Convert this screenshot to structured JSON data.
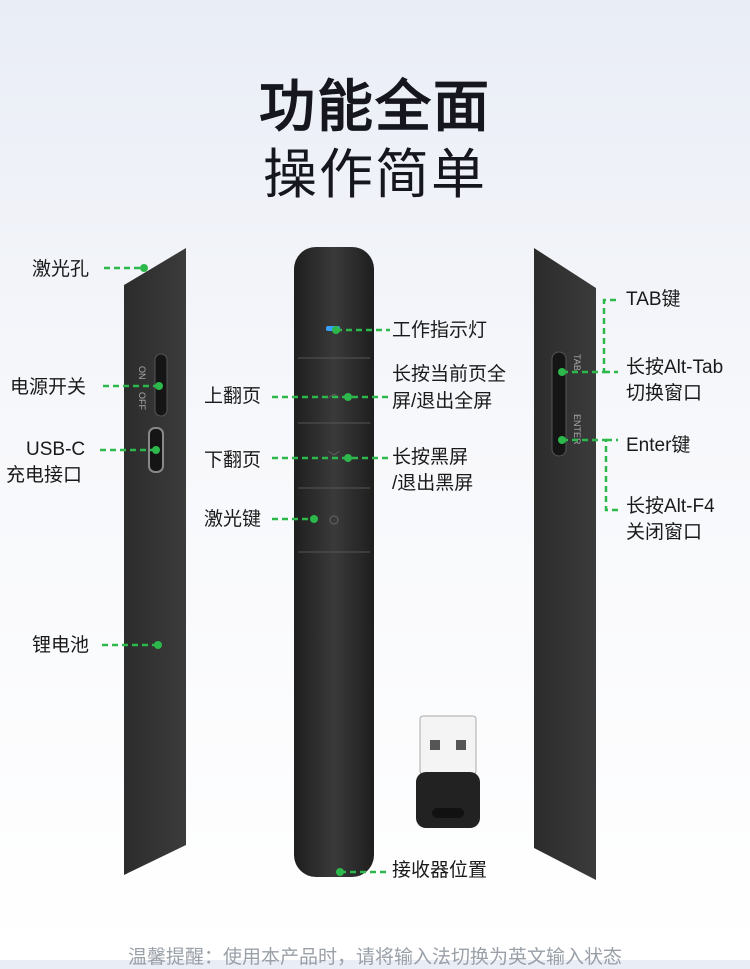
{
  "title": "功能全面",
  "subtitle": "操作简单",
  "labels": {
    "laser_hole": "激光孔",
    "power_switch": "电源开关",
    "usb_c_line1": "USB-C",
    "usb_c_line2": "充电接口",
    "lithium_battery": "锂电池",
    "work_indicator": "工作指示灯",
    "page_up": "上翻页",
    "page_up_desc_line1": "长按当前页全",
    "page_up_desc_line2": "屏/退出全屏",
    "page_down": "下翻页",
    "page_down_desc_line1": "长按黑屏",
    "page_down_desc_line2": "/退出黑屏",
    "laser_key": "激光键",
    "receiver_position": "接收器位置",
    "tab_key": "TAB键",
    "tab_desc_line1": "长按Alt-Tab",
    "tab_desc_line2": "切换窗口",
    "enter_key": "Enter键",
    "enter_desc_line1": "长按Alt-F4",
    "enter_desc_line2": "关闭窗口"
  },
  "device_marks": {
    "switch_on": "ON",
    "switch_off": "OFF",
    "side_tab": "TAB",
    "side_enter": "ENTER"
  },
  "tip": "温馨提醒：使用本产品时，请将输入法切换为英文输入状态",
  "colors": {
    "leader": "#2db84c",
    "indicator": "#3aa0ff",
    "device": "#2b2b2b"
  }
}
